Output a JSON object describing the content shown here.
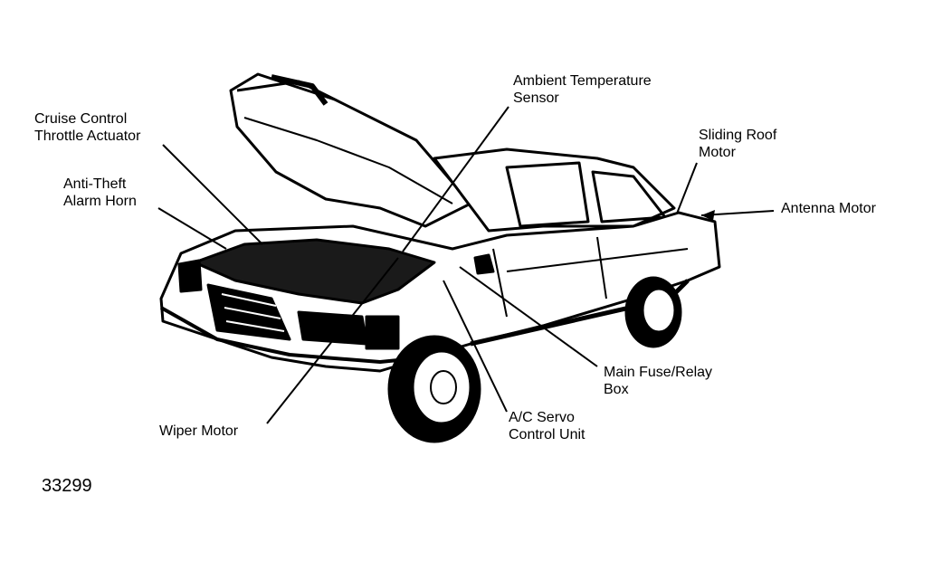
{
  "figure_number": "33299",
  "labels": {
    "ambient_temp": {
      "line1": "Ambient Temperature",
      "line2": "Sensor"
    },
    "cruise_control": {
      "line1": "Cruise Control",
      "line2": "Throttle Actuator"
    },
    "sliding_roof": {
      "line1": "Sliding Roof",
      "line2": "Motor"
    },
    "anti_theft": {
      "line1": "Anti-Theft",
      "line2": "Alarm Horn"
    },
    "antenna_motor": {
      "line1": "Antenna Motor"
    },
    "main_fuse": {
      "line1": "Main Fuse/Relay",
      "line2": "Box"
    },
    "ac_servo": {
      "line1": "A/C Servo",
      "line2": "Control Unit"
    },
    "wiper_motor": {
      "line1": "Wiper Motor"
    }
  },
  "colors": {
    "ink": "#000000",
    "paper": "#ffffff"
  }
}
